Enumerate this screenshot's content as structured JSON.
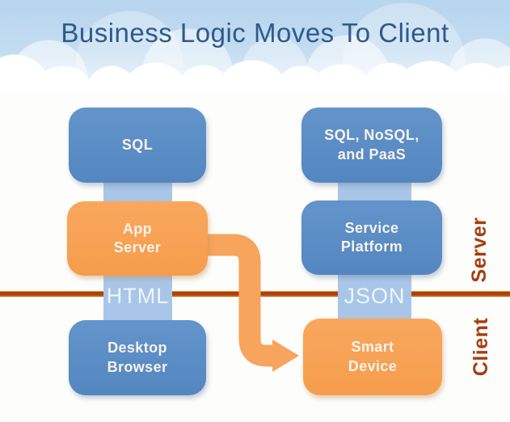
{
  "title": "Business Logic Moves To Client",
  "left_column": {
    "database_box": "SQL",
    "middle_box": "App Server",
    "client_box": "Desktop Browser",
    "protocol_label": "HTML"
  },
  "right_column": {
    "database_box": "SQL, NoSQL, and PaaS",
    "middle_box": "Service Platform",
    "client_box": "Smart Device",
    "protocol_label": "JSON"
  },
  "divider": {
    "above_label": "Server",
    "below_label": "Client"
  },
  "colors": {
    "server_box_blue": "#5b8dc7",
    "logic_box_orange": "#f8a358",
    "connector_blue": "#a9c6e8",
    "divider_red": "#ab4306",
    "side_label_red": "#a73c10",
    "title_blue": "#2e5a8a",
    "arrow_orange": "#f7a45c",
    "sky_blue": "#b7d5ee"
  }
}
